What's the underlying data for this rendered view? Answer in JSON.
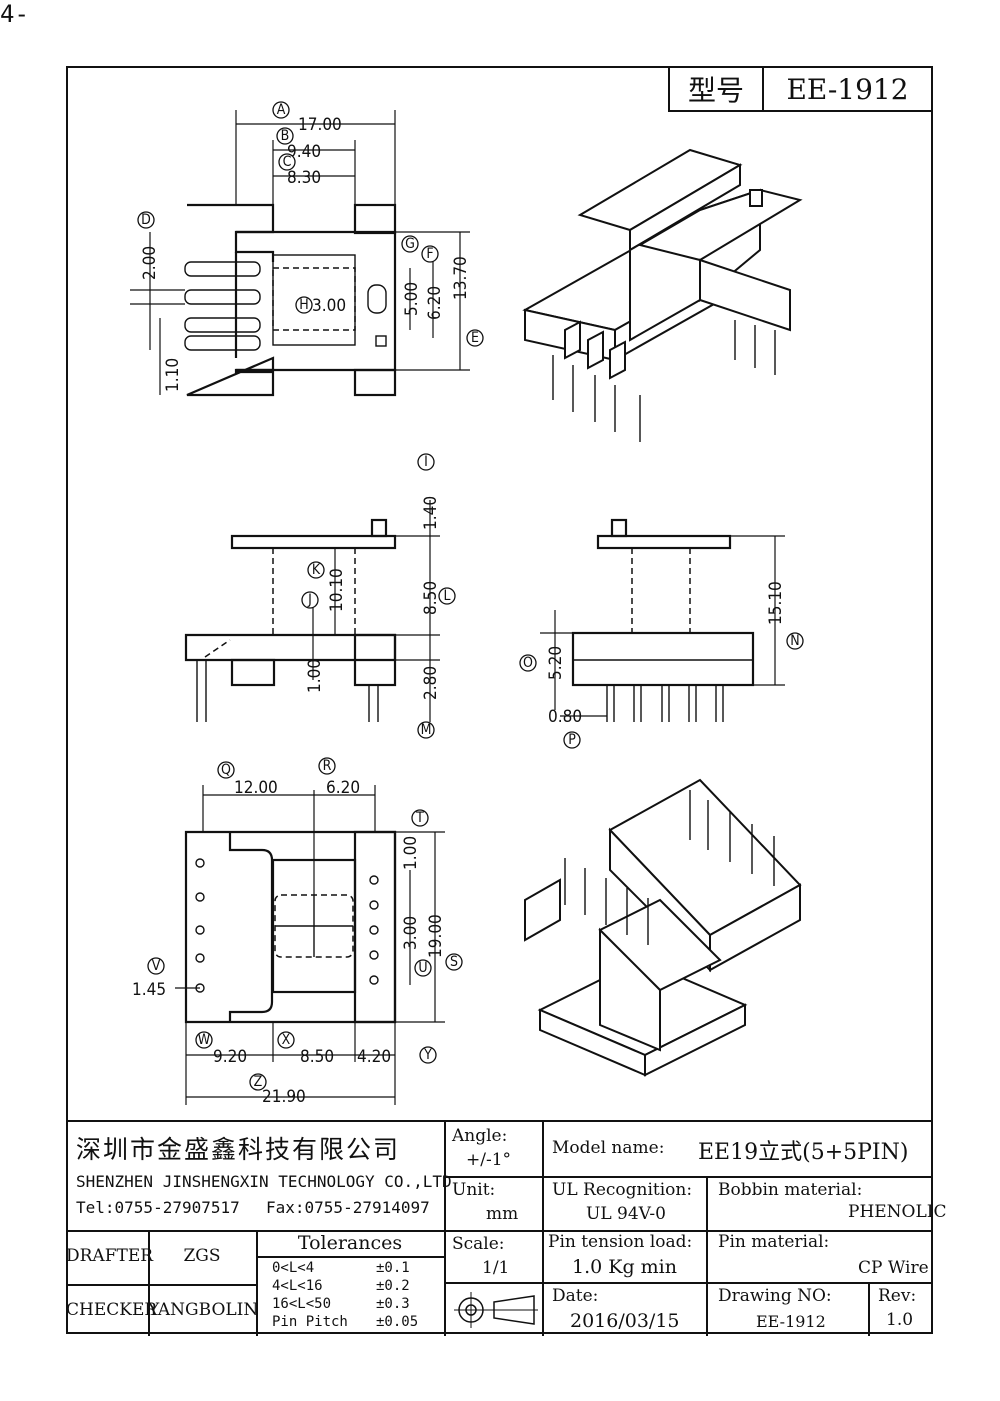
{
  "page_number": "4-",
  "header": {
    "model_label": "型号",
    "model_value": "EE-1912"
  },
  "dimensions": {
    "A": "17.00",
    "B": "9.40",
    "C": "8.30",
    "D": "2.00",
    "D2": "1.10",
    "E": "13.70",
    "F": "6.20",
    "G": "5.00",
    "H": "3.00",
    "I": "1.40",
    "J": "1.00",
    "K": "10.10",
    "L": "8.50",
    "M": "2.80",
    "N": "15.10",
    "O": "5.20",
    "P": "0.80",
    "Q": "12.00",
    "R": "6.20",
    "S": "19.00",
    "T": "1.00",
    "U": "3.00",
    "V": "1.45",
    "W": "9.20",
    "X": "8.50",
    "Y": "4.20",
    "Z": "21.90"
  },
  "callouts": [
    "A",
    "B",
    "C",
    "D",
    "E",
    "F",
    "G",
    "H",
    "I",
    "J",
    "K",
    "L",
    "M",
    "N",
    "O",
    "P",
    "Q",
    "R",
    "S",
    "T",
    "U",
    "V",
    "W",
    "X",
    "Y",
    "Z"
  ],
  "title_block": {
    "company_cn": "深圳市金盛鑫科技有限公司",
    "company_en": "SHENZHEN JINSHENGXIN TECHNOLOGY CO.,LTD",
    "tel": "Tel:0755-27907517",
    "fax": "Fax:0755-27914097",
    "angle_label": "Angle:",
    "angle_value": "+/-1°",
    "unit_label": "Unit:",
    "unit_value": "mm",
    "scale_label": "Scale:",
    "scale_value": "1/1",
    "model_name_label": "Model name:",
    "model_name_value": "EE19立式(5+5PIN)",
    "ul_label": "UL Recognition:",
    "ul_value": "UL 94V-0",
    "bobbin_label": "Bobbin material:",
    "bobbin_value": "PHENOLIC",
    "pin_tension_label": "Pin tension load:",
    "pin_tension_value": "1.0 Kg min",
    "pin_material_label": "Pin material:",
    "pin_material_value": "CP Wire",
    "date_label": "Date:",
    "date_value": "2016/03/15",
    "drawing_no_label": "Drawing NO:",
    "drawing_no_value": "EE-1912",
    "rev_label": "Rev:",
    "rev_value": "1.0",
    "drafter_label": "DRAFTER",
    "drafter_value": "ZGS",
    "checker_label": "CHECKER",
    "checker_value": "YANGBOLIN",
    "tolerances_title": "Tolerances",
    "tolerances": [
      {
        "range": "0<L<4",
        "tol": "±0.1"
      },
      {
        "range": "4<L<16",
        "tol": "±0.2"
      },
      {
        "range": "16<L<50",
        "tol": "±0.3"
      },
      {
        "range": "Pin Pitch",
        "tol": "±0.05"
      }
    ]
  }
}
